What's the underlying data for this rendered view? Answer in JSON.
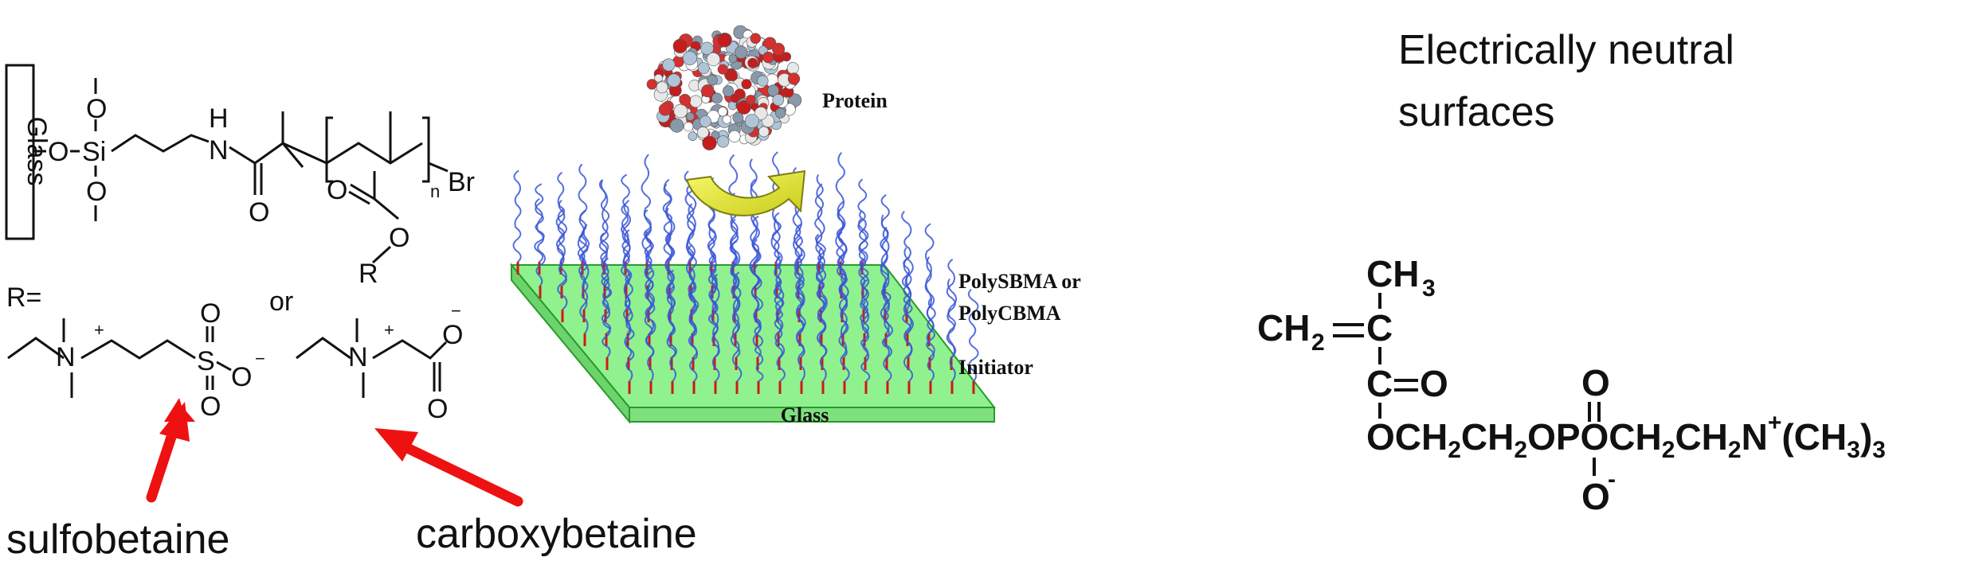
{
  "left_structure": {
    "glass_label": "Glass",
    "atoms": {
      "o_top": "O",
      "o_mid": "O",
      "si": "Si",
      "o_bottom": "O",
      "h": "H",
      "n": "N",
      "o_amide": "O",
      "o_ester_carbonyl": "O",
      "o_ester": "O",
      "r": "R",
      "n_sub": "n",
      "br": "Br"
    },
    "r_def": "R=",
    "or_word": "or",
    "sulfo": {
      "n": "N",
      "plus": "+",
      "s": "S",
      "o_top": "O",
      "o_bottom": "O",
      "o_right": "O",
      "minus": "−"
    },
    "carboxy": {
      "n": "N",
      "plus": "+",
      "o_right": "O",
      "minus": "−",
      "o_bottom": "O"
    }
  },
  "center_diagram": {
    "protein_label": "Protein",
    "polymer_label_1": "PolySBMA or",
    "polymer_label_2": "PolyCBMA",
    "initiator_label": "Initiator",
    "glass_label": "Glass"
  },
  "arrow_labels": {
    "sulfobetaine": "sulfobetaine",
    "carboxybetaine": "carboxybetaine"
  },
  "right_panel": {
    "title_line1": "Electrically neutral",
    "title_line2": "surfaces",
    "formula": {
      "ch3": "CH",
      "ch3_sub": "3",
      "ch2": "CH",
      "ch2_sub": "2",
      "c_vinyl": "C",
      "c_carbonyl": "C",
      "o_carbonyl": "O",
      "chain_o1": "OCH",
      "chain_sub1": "2",
      "chain_ch2": "CH",
      "chain_sub2": "2",
      "chain_o2": "O",
      "p": "P",
      "p_o_top": "O",
      "chain_o3": "OCH",
      "chain_sub3": "2",
      "chain_ch2b": "CH",
      "chain_sub4": "2",
      "chain_n": "N",
      "chain_plus": "+",
      "chain_me": "(CH",
      "chain_me_sub": "3",
      "chain_me_close": ")",
      "chain_me_count": "3",
      "p_o_bottom": "O",
      "p_minus": "-"
    }
  },
  "colors": {
    "arrow_red": "#ee1111",
    "glass_green": "#8ff28f",
    "glass_edge": "#2a9a2a",
    "polymer_blue": "#3a56d6",
    "initiator_red": "#d01818",
    "curve_arrow_yellow": "#e8ec38"
  }
}
